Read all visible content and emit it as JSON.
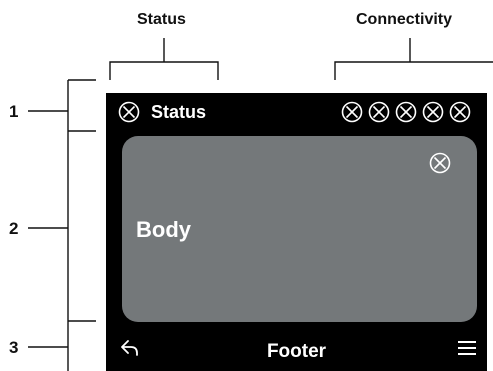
{
  "annotations": {
    "status_label": "Status",
    "connectivity_label": "Connectivity",
    "regions": [
      "1",
      "2",
      "3"
    ]
  },
  "device": {
    "status_bar": {
      "title": "Status",
      "icon": "circle-x-icon",
      "connectivity_icons": [
        "circle-x-icon",
        "circle-x-icon",
        "circle-x-icon",
        "circle-x-icon",
        "circle-x-icon"
      ]
    },
    "body": {
      "label": "Body",
      "close_icon": "circle-x-icon"
    },
    "footer": {
      "label": "Footer",
      "back_icon": "back-arrow-icon",
      "menu_icon": "hamburger-menu-icon"
    }
  },
  "colors": {
    "screen_background": "#000000",
    "body_panel": "#74787a",
    "text": "#ffffff",
    "annotation": "#111111"
  }
}
